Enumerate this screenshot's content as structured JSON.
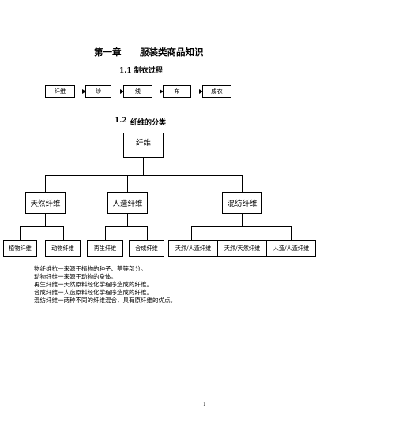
{
  "header": {
    "chapter_no": "第一章",
    "chapter_title": "服装类商品知识"
  },
  "section1": {
    "title": "1.1 制衣过程",
    "steps": [
      "纤维",
      "纱",
      "线",
      "布",
      "成衣"
    ]
  },
  "section2": {
    "number": "1.2",
    "title": "纤维的分类",
    "root": "纤维",
    "level2": [
      "天然纤维",
      "人造纤维",
      "混纺纤维"
    ],
    "level3": [
      "植物纤维",
      "动物纤维",
      "再生纤维",
      "合成纤维",
      "天然/人造纤维",
      "天然/天然纤维",
      "人造/人造纤维"
    ]
  },
  "definitions": [
    "物纤维抗一来源于植物的种子、茎等部分。",
    "动物纤维一来源于动物的身体。",
    "再生纤维一天然原料经化学程序造成的纤维。",
    "合成纤维一人造原料经化学程序造成的纤维。",
    "混纺纤维一两种不同的纤维混合，具有原纤维的优点。"
  ],
  "footer": {
    "page_number": "1"
  }
}
